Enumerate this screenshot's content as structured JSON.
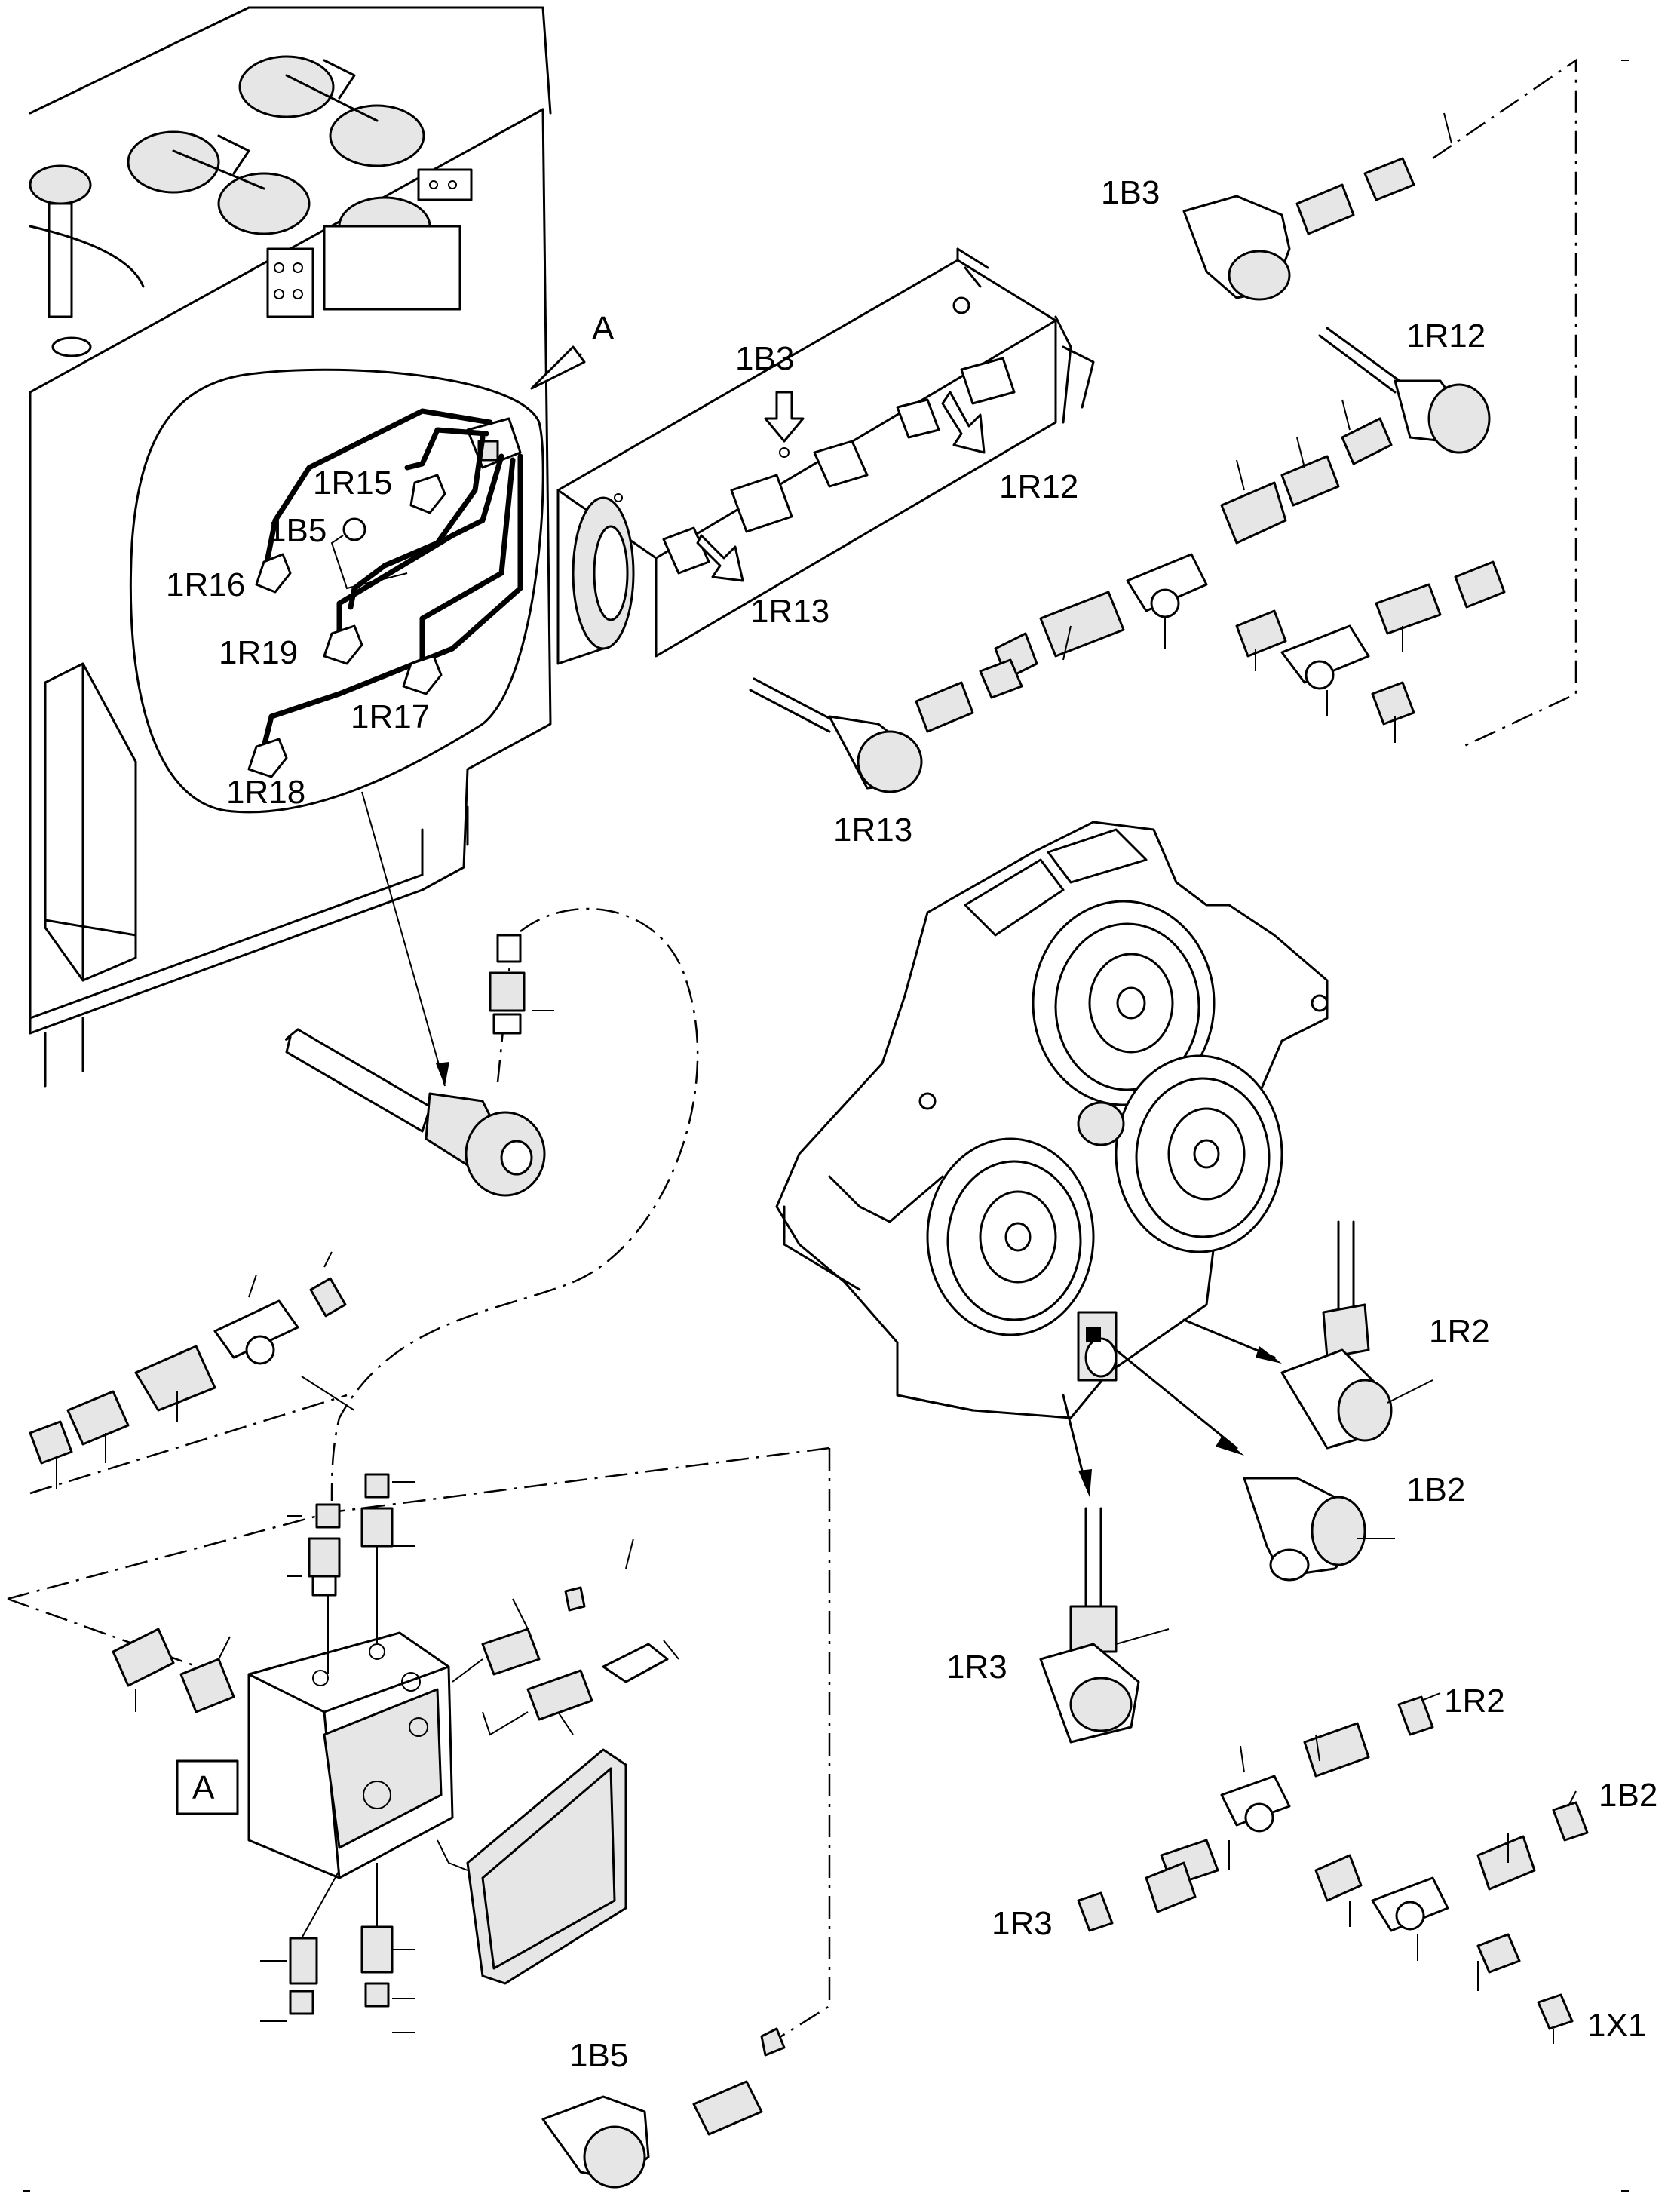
{
  "labels": {
    "view_a": "A",
    "view_a_box": "A",
    "1B3_top": "1B3",
    "1B3_pipe": "1B3",
    "1R12_top": "1R12",
    "1R12_pipe": "1R12",
    "1R13_pipe": "1R13",
    "1R13_sensor": "1R13",
    "1R15": "1R15",
    "1B5_detail": "1B5",
    "1R16": "1R16",
    "1R19": "1R19",
    "1R17": "1R17",
    "1R18": "1R18",
    "1R2_sensor": "1R2",
    "1B2_sensor": "1B2",
    "1R3_sensor": "1R3",
    "1R2_branch": "1R2",
    "1B2_branch": "1B2",
    "1R3_branch": "1R3",
    "1X1": "1X1",
    "1B5_bottom": "1B5"
  }
}
